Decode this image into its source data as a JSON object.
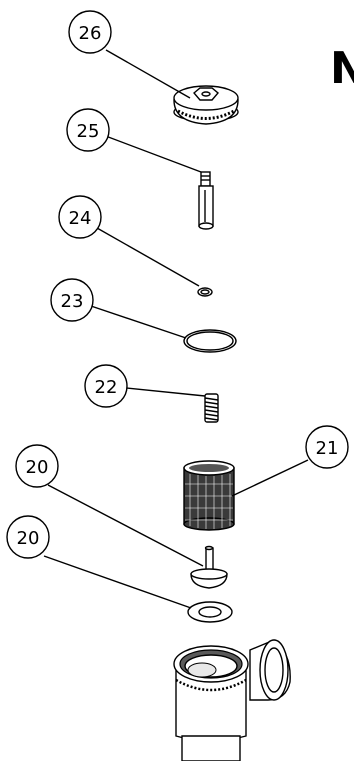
{
  "corner_letter": "N",
  "callouts": [
    {
      "id": "c26",
      "text": "26"
    },
    {
      "id": "c25",
      "text": "25"
    },
    {
      "id": "c24",
      "text": "24"
    },
    {
      "id": "c23",
      "text": "23"
    },
    {
      "id": "c22",
      "text": "22"
    },
    {
      "id": "c21",
      "text": "21"
    },
    {
      "id": "c20a",
      "text": "20"
    },
    {
      "id": "c20b",
      "text": "20"
    }
  ]
}
